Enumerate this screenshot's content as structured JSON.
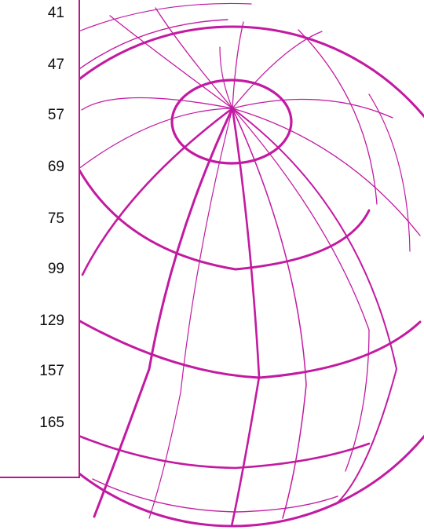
{
  "theme": {
    "accent": "#c21aa1",
    "panel_border": "#b5198e",
    "text": "#111111",
    "background": "#ffffff"
  },
  "graphic": {
    "icon": "wireframe-globe"
  },
  "numbers": [
    "41",
    "47",
    "57",
    "69",
    "75",
    "99",
    "129",
    "157",
    "165"
  ]
}
